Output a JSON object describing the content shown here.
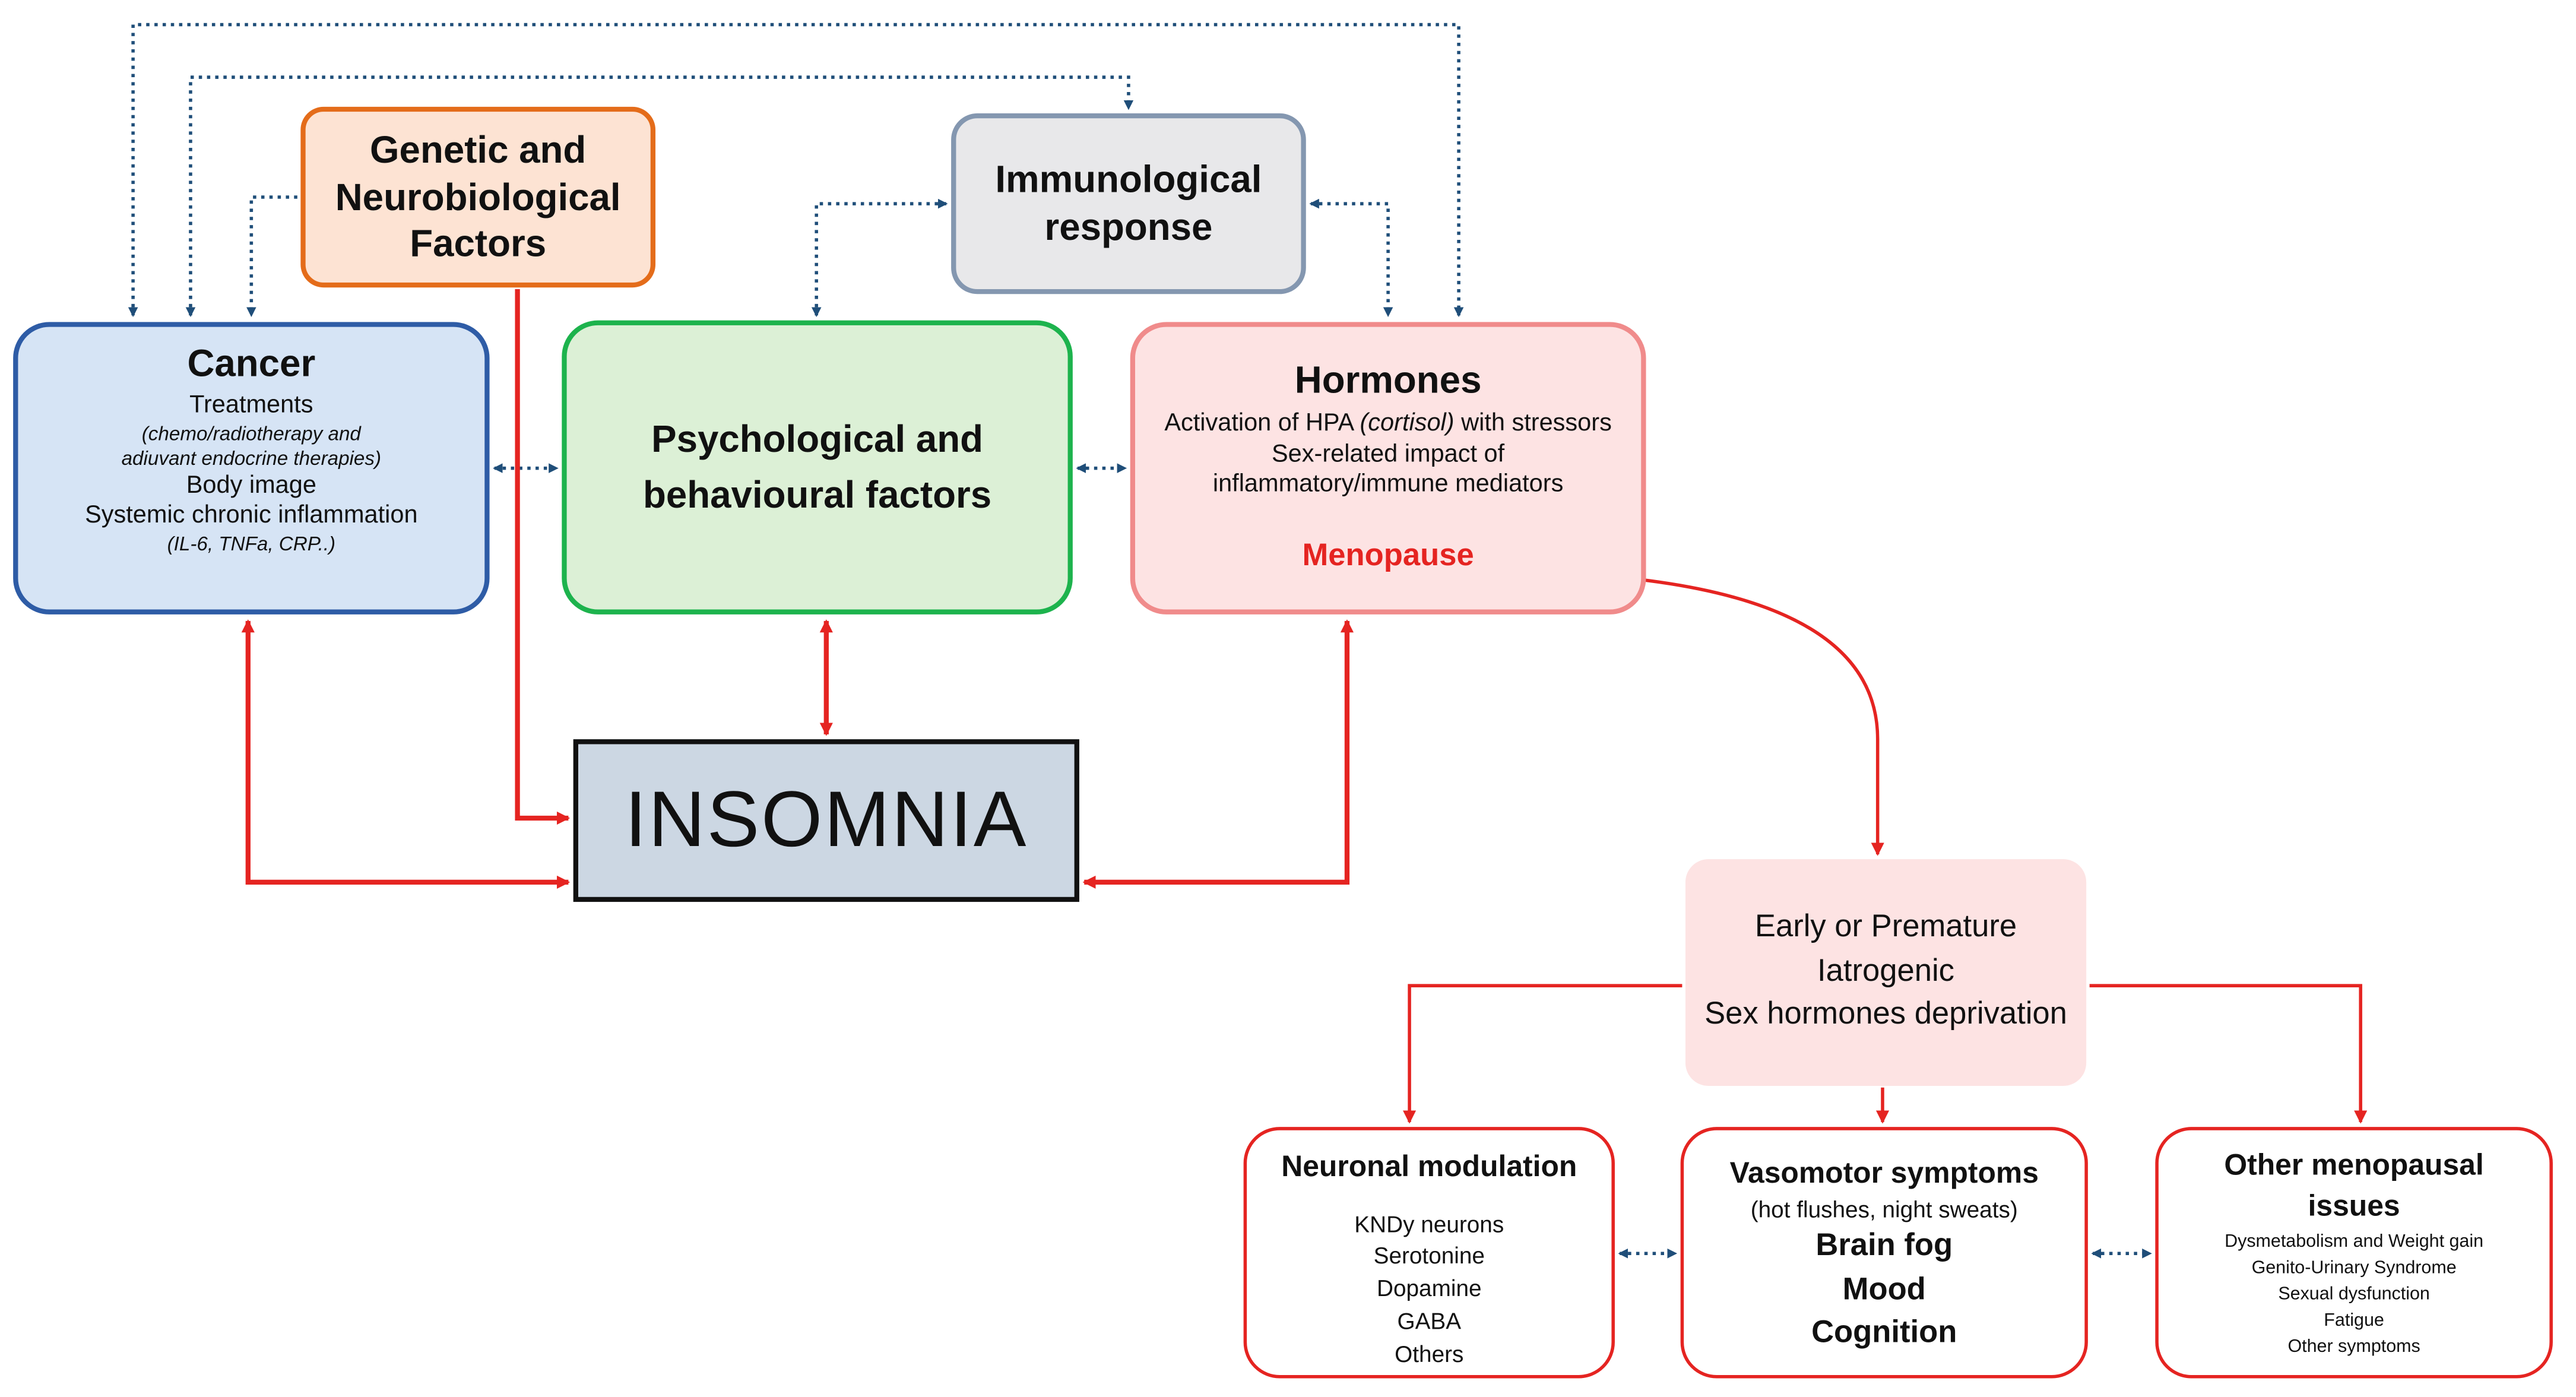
{
  "genetic": {
    "lines": [
      "Genetic and",
      "Neurobiological",
      "Factors"
    ]
  },
  "immuno": {
    "lines": [
      "Immunological",
      "response"
    ]
  },
  "cancer": {
    "title": "Cancer",
    "treatments": "Treatments",
    "treatments_detail_1": "(chemo/radiotherapy and",
    "treatments_detail_2": "adiuvant endocrine therapies)",
    "body_image": "Body image",
    "inflammation": "Systemic chronic inflammation",
    "inflammation_detail": "(IL-6, TNFa, CRP..)"
  },
  "psych": {
    "lines": [
      "Psychological and",
      "behavioural factors"
    ]
  },
  "hormones": {
    "title": "Hormones",
    "line1_pre": "Activation of HPA ",
    "line1_italic": "(cortisol)",
    "line1_post": " with stressors",
    "line2": "Sex-related impact of",
    "line3": "inflammatory/immune mediators",
    "menopause": "Menopause"
  },
  "insomnia": {
    "label": "INSOMNIA"
  },
  "early": {
    "lines": [
      "Early or Premature",
      "Iatrogenic",
      "Sex hormones deprivation"
    ]
  },
  "neuronal": {
    "title": "Neuronal modulation",
    "items": [
      "KNDy neurons",
      "Serotonine",
      "Dopamine",
      "GABA",
      "Others"
    ]
  },
  "vaso": {
    "title": "Vasomotor symptoms",
    "subtitle": "(hot flushes, night sweats)",
    "items": [
      "Brain fog",
      "Mood",
      "Cognition"
    ]
  },
  "other": {
    "title_1": "Other menopausal",
    "title_2": "issues",
    "items": [
      "Dysmetabolism and Weight gain",
      "Genito-Urinary Syndrome",
      "Sexual dysfunction",
      "Fatigue",
      "Other symptoms"
    ]
  },
  "colors": {
    "red": "#e52421",
    "dotted": "#1f4e79"
  }
}
